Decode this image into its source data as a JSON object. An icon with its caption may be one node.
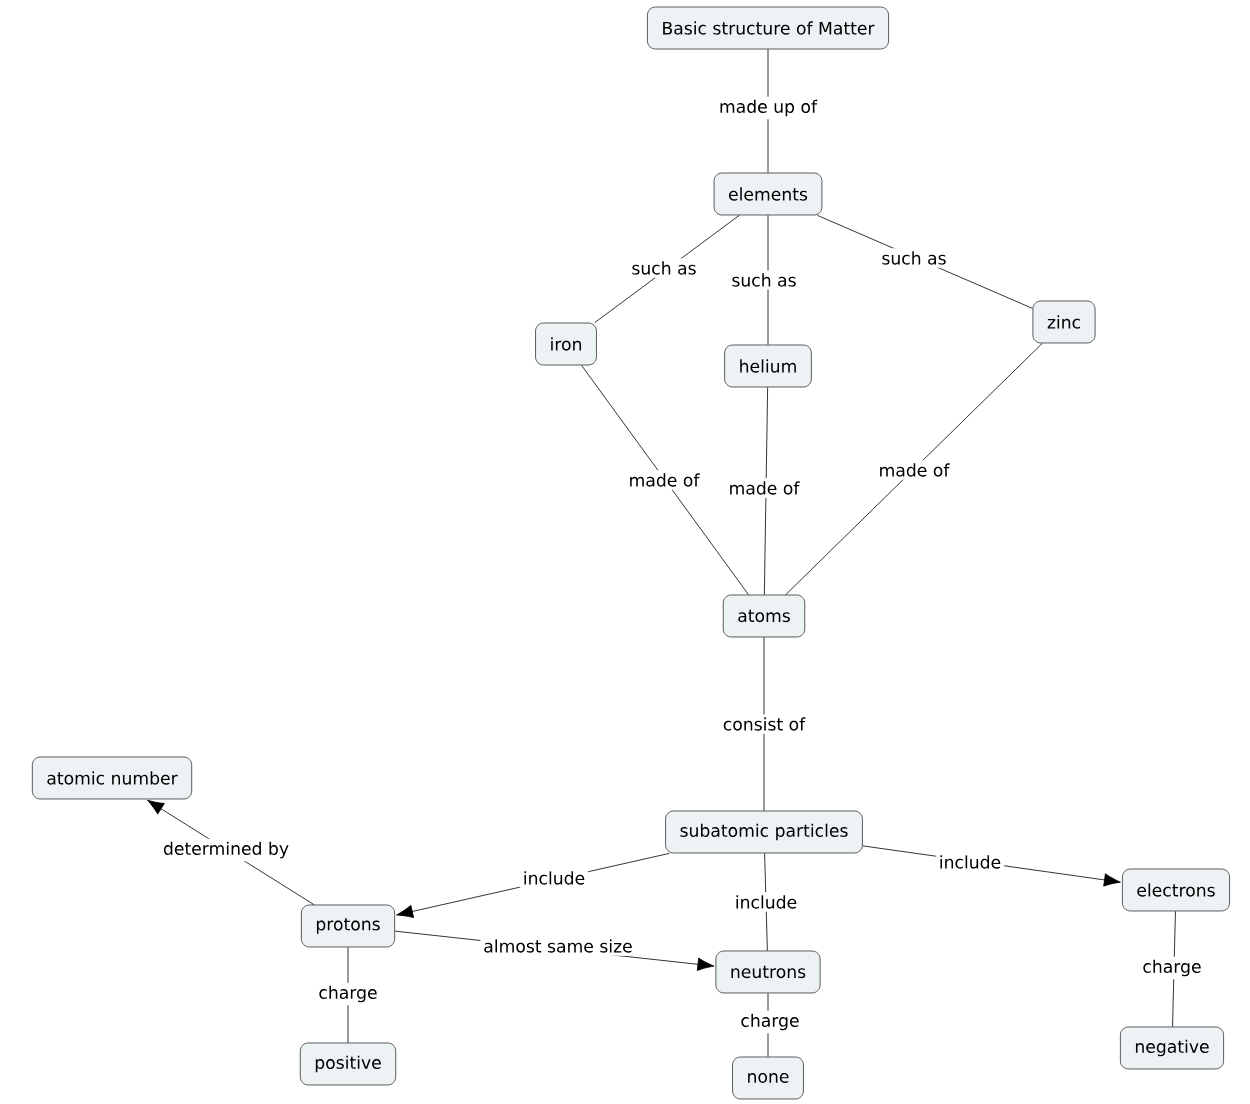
{
  "diagram": {
    "nodes": [
      {
        "text": [
          "Basic structure of Matter"
        ]
      },
      {
        "text": [
          "elements"
        ]
      },
      {
        "text": [
          "iron"
        ]
      },
      {
        "text": [
          "helium"
        ]
      },
      {
        "text": [
          "zinc"
        ]
      },
      {
        "text": [
          "atoms"
        ]
      },
      {
        "text": [
          "subatomic particles"
        ]
      },
      {
        "text": [
          "atomic number"
        ]
      },
      {
        "text": [
          "protons"
        ]
      },
      {
        "text": [
          "neutrons"
        ]
      },
      {
        "text": [
          "electrons"
        ]
      },
      {
        "text": [
          "positive"
        ]
      },
      {
        "text": [
          "none"
        ]
      },
      {
        "text": [
          "negative"
        ]
      }
    ],
    "edges": [
      {
        "from": 0,
        "to": 1,
        "arrow": "none",
        "label": "made up of"
      },
      {
        "from": 1,
        "to": 2,
        "arrow": "none",
        "label": "such as"
      },
      {
        "from": 1,
        "to": 3,
        "arrow": "none",
        "label": "such as"
      },
      {
        "from": 1,
        "to": 4,
        "arrow": "none",
        "label": "such as"
      },
      {
        "from": 2,
        "to": 5,
        "arrow": "none",
        "label": "made of"
      },
      {
        "from": 3,
        "to": 5,
        "arrow": "none",
        "label": "made of"
      },
      {
        "from": 4,
        "to": 5,
        "arrow": "none",
        "label": "made of"
      },
      {
        "from": 5,
        "to": 6,
        "arrow": "none",
        "label": "consist of"
      },
      {
        "from": 8,
        "to": 7,
        "arrow": "to",
        "label": "determined by"
      },
      {
        "from": 6,
        "to": 8,
        "arrow": "to",
        "label": "include"
      },
      {
        "from": 6,
        "to": 9,
        "arrow": "none",
        "label": "include"
      },
      {
        "from": 6,
        "to": 10,
        "arrow": "to",
        "label": "include"
      },
      {
        "from": 8,
        "to": 9,
        "arrow": "to",
        "label": "almost same size"
      },
      {
        "from": 8,
        "to": 11,
        "arrow": "none",
        "label": "charge"
      },
      {
        "from": 9,
        "to": 12,
        "arrow": "none",
        "label": "charge"
      },
      {
        "from": 10,
        "to": 13,
        "arrow": "none",
        "label": "charge"
      }
    ]
  }
}
